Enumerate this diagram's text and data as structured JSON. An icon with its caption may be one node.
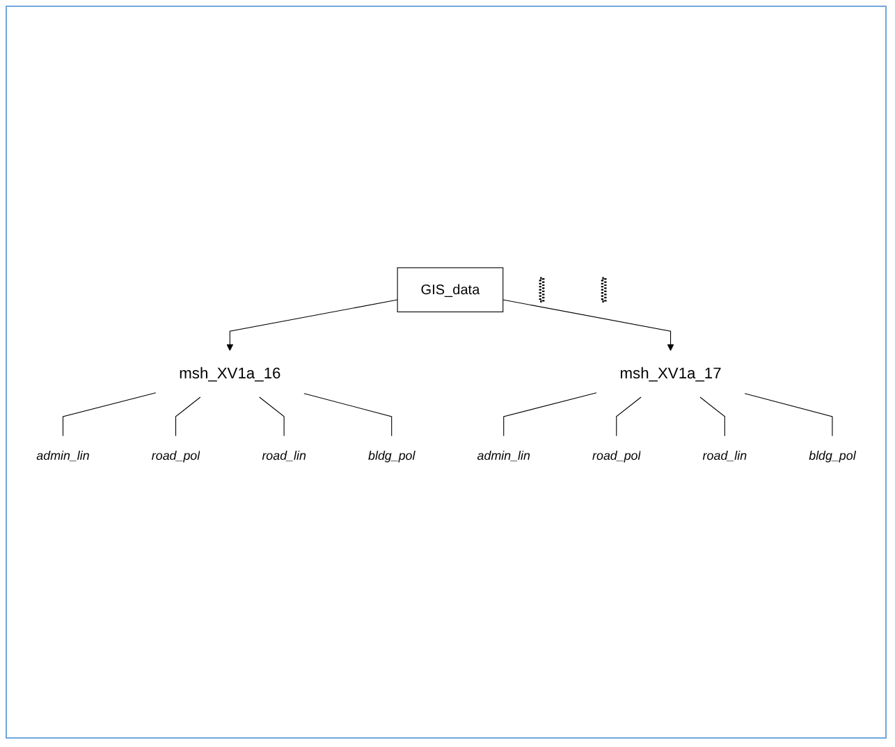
{
  "diagram": {
    "nodes": [
      {
        "text": [
          "GIS_data"
        ]
      },
      {
        "text": [
          "msh_XV1a_16"
        ]
      },
      {
        "text": [
          "msh_XV1a_17"
        ]
      },
      {
        "text": [
          "admin_lin"
        ]
      },
      {
        "text": [
          "road_pol"
        ]
      },
      {
        "text": [
          "road_lin"
        ]
      },
      {
        "text": [
          "bldg_pol"
        ]
      },
      {
        "text": [],
        "shape": "bar"
      },
      {
        "text": [
          "admin_lin"
        ]
      },
      {
        "text": [
          "road_pol"
        ]
      },
      {
        "text": [
          "road_lin"
        ]
      },
      {
        "text": [
          "bldg_pol"
        ]
      },
      {
        "text": [],
        "shape": "bar"
      }
    ],
    "edges": [
      {
        "from": 0,
        "to": 1,
        "arrow": "to"
      },
      {
        "from": 0,
        "to": 2,
        "arrow": "to"
      },
      {
        "from": 1,
        "to": 3,
        "arrow": "none"
      },
      {
        "from": 1,
        "to": 4,
        "arrow": "none"
      },
      {
        "from": 1,
        "to": 5,
        "arrow": "none"
      },
      {
        "from": 1,
        "to": 6,
        "arrow": "none"
      },
      {
        "from": 2,
        "to": 8,
        "arrow": "none"
      },
      {
        "from": 2,
        "to": 9,
        "arrow": "none"
      },
      {
        "from": 2,
        "to": 10,
        "arrow": "none"
      },
      {
        "from": 2,
        "to": 11,
        "arrow": "none"
      }
    ]
  }
}
